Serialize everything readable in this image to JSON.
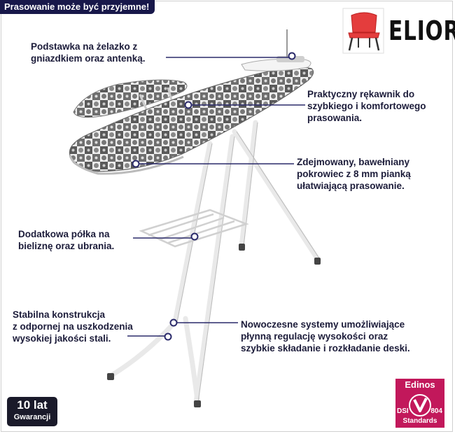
{
  "header": {
    "title": "Prasowanie może być przyjemne!"
  },
  "brand": {
    "name": "ELIOR",
    "icon": "chair-icon",
    "color": "#e43d3d"
  },
  "callouts": {
    "iron_rest": "Podstawka na żelazko z\ngniazdkiem oraz antenką.",
    "sleeve_board": "Praktyczny rękawnik do\nszybkiego i komfortowego\nprasowania.",
    "cover": "Zdejmowany, bawełniany\npokrowiec z 8 mm pianką\nułatwiającą prasowanie.",
    "shelf": "Dodatkowa półka na\nbieliznę oraz ubrania.",
    "frame": "Stabilna konstrukcja\nz odpornej na uszkodzenia\nwysokiej jakości stali.",
    "height": "Nowoczesne systemy umożliwiające\npłynną regulację wysokości oraz\nszybkie składanie i rozkładanie deski."
  },
  "warranty": {
    "years": "10 lat",
    "label": "Gwarancji"
  },
  "certificate": {
    "top": "Edinos",
    "left": "DSI",
    "number": "804",
    "bottom": "Standards",
    "color": "#c2185b"
  },
  "colors": {
    "label_text": "#1c1c3a",
    "leader_line": "#2a2a6a",
    "title_bg": "#18184a"
  }
}
